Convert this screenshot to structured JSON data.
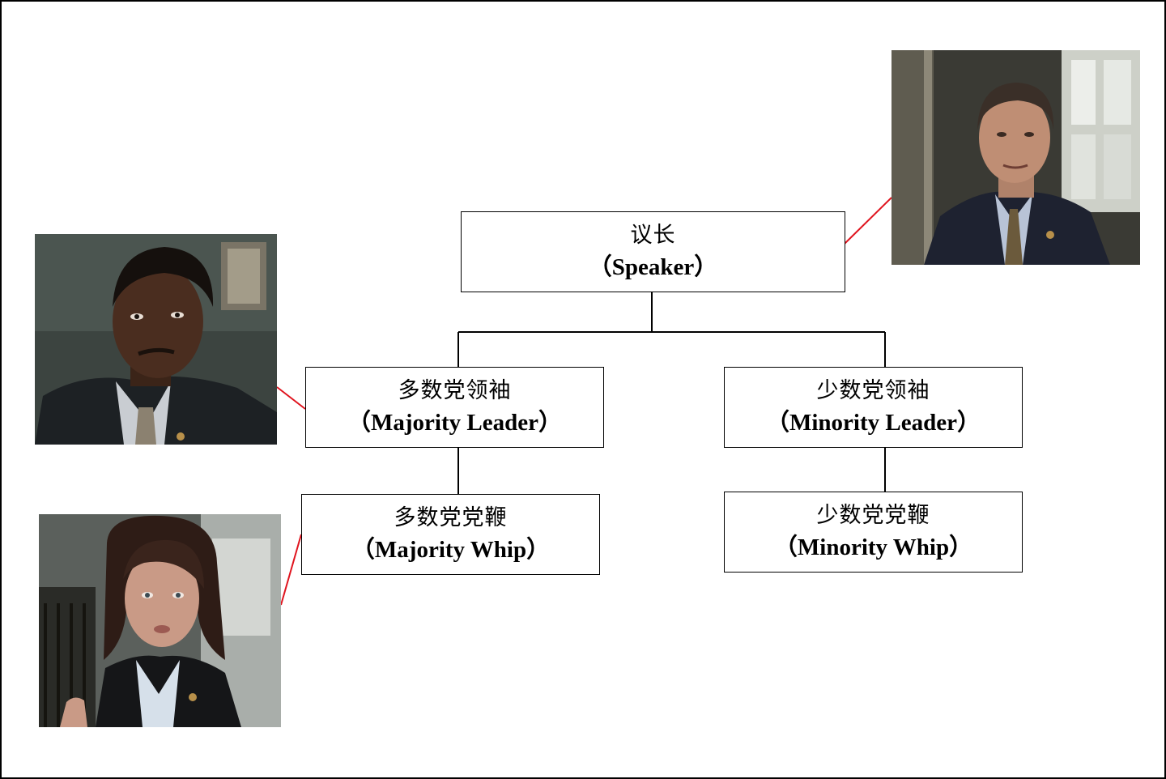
{
  "org_chart": {
    "speaker": {
      "zh": "议长",
      "en": "（Speaker）"
    },
    "majority_leader": {
      "zh": "多数党领袖",
      "en": "（Majority Leader）"
    },
    "minority_leader": {
      "zh": "少数党领袖",
      "en": "（Minority Leader）"
    },
    "majority_whip": {
      "zh": "多数党党鞭",
      "en": "（Majority Whip）"
    },
    "minority_whip": {
      "zh": "少数党党鞭",
      "en": "（Minority Whip）"
    }
  },
  "colors": {
    "connector": "#000000",
    "photo_link": "#e0141e",
    "border": "#000000"
  }
}
